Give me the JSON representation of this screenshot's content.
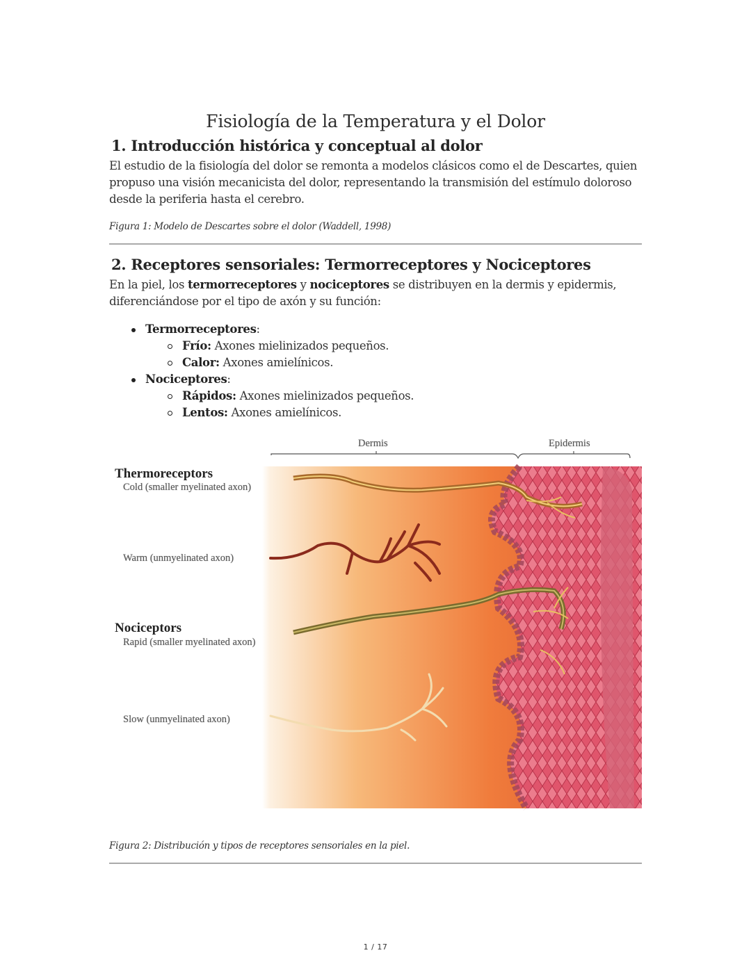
{
  "document": {
    "title": "Fisiología de la Temperatura y el Dolor",
    "page_indicator": "1 / 17"
  },
  "section1": {
    "heading": "1. Introducción histórica y conceptual al dolor",
    "paragraph": "El estudio de la fisiología del dolor se remonta a modelos clásicos como el de Descartes, quien propuso una visión mecanicista del dolor, representando la transmisión del estímulo doloroso desde la periferia hasta el cerebro.",
    "figure_caption": "Figura 1: Modelo de Descartes sobre el dolor (Waddell, 1998)"
  },
  "section2": {
    "heading": "2. Receptores sensoriales: Termorreceptores y Nociceptores",
    "paragraph_parts": {
      "p1": "En la piel, los ",
      "b1": "termorreceptores",
      "p2": " y ",
      "b2": "nociceptores",
      "p3": " se distribuyen en la dermis y epidermis, diferenciándose por el tipo de axón y su función:"
    },
    "list": [
      {
        "label": "Termorreceptores",
        "suffix": ":",
        "children": [
          {
            "label": "Frío:",
            "text": " Axones mielinizados pequeños."
          },
          {
            "label": "Calor:",
            "text": " Axones amielínicos."
          }
        ]
      },
      {
        "label": "Nociceptores",
        "suffix": ":",
        "children": [
          {
            "label": "Rápidos:",
            "text": " Axones mielinizados pequeños."
          },
          {
            "label": "Lentos:",
            "text": " Axones amielínicos."
          }
        ]
      }
    ],
    "figure": {
      "labels": {
        "dermis": "Dermis",
        "epidermis": "Epidermis",
        "thermoreceptors": "Thermoreceptors",
        "cold": "Cold (smaller myelinated axon)",
        "warm": "Warm (unmyelinated axon)",
        "nociceptors": "Nociceptors",
        "rapid": "Rapid (smaller myelinated axon)",
        "slow": "Slow (unmyelinated axon)"
      },
      "colors": {
        "dermis_light": "#fbe3c4",
        "dermis_mid": "#f08a48",
        "dermis_dark": "#d9562b",
        "epidermis": "#d84f62",
        "stratum": "#e07a88",
        "myelinated_axon": "#d6a84f",
        "warm_axon": "#8b2a1c",
        "slow_axon": "#f3dcb0"
      }
    },
    "figure_caption": "Figura 2: Distribución y tipos de receptores sensoriales en la piel."
  }
}
